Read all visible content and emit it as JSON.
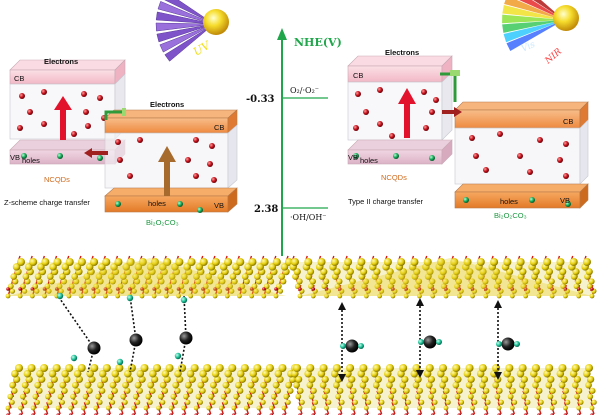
{
  "left_scheme": {
    "uv_label": "UV",
    "ncqd": {
      "electrons": "Electrons",
      "cb": "CB",
      "vb": "VB",
      "holes": "holes",
      "name": "NCQDs"
    },
    "bi": {
      "electrons": "Electrons",
      "cb": "CB",
      "vb": "VB",
      "holes": "holes",
      "name": "Bi₂O₂CO₃"
    },
    "caption": "Z-scheme charge transfer"
  },
  "right_scheme": {
    "vis_label": "Vis",
    "nir_label": "NIR",
    "ncqd": {
      "electrons": "Electrons",
      "cb": "CB",
      "vb": "VB",
      "holes": "holes",
      "name": "NCQDs"
    },
    "bi": {
      "cb": "CB",
      "vb": "VB",
      "holes": "holes",
      "name": "Bi₂O₂CO₃"
    },
    "caption": "Type II charge transfer"
  },
  "nhe_axis": {
    "label": "NHE(V)",
    "levels": [
      {
        "value": "-0.33",
        "couple": "O₂/·O₂⁻"
      },
      {
        "value": "2.38",
        "couple": "·OH/OH⁻"
      }
    ]
  },
  "colors": {
    "cb_box": "#f6c9d3",
    "bi_cb_box": "#f2a064",
    "vb_box": "#e7c4d4",
    "bi_vb_box": "#f59a4c",
    "axis_green": "#1fa64a",
    "arrow_red": "#e3122c",
    "arrow_brown": "#a86b2e",
    "uv_purple": "#8a5fd0",
    "sun_yellow": "#f3d21e"
  }
}
